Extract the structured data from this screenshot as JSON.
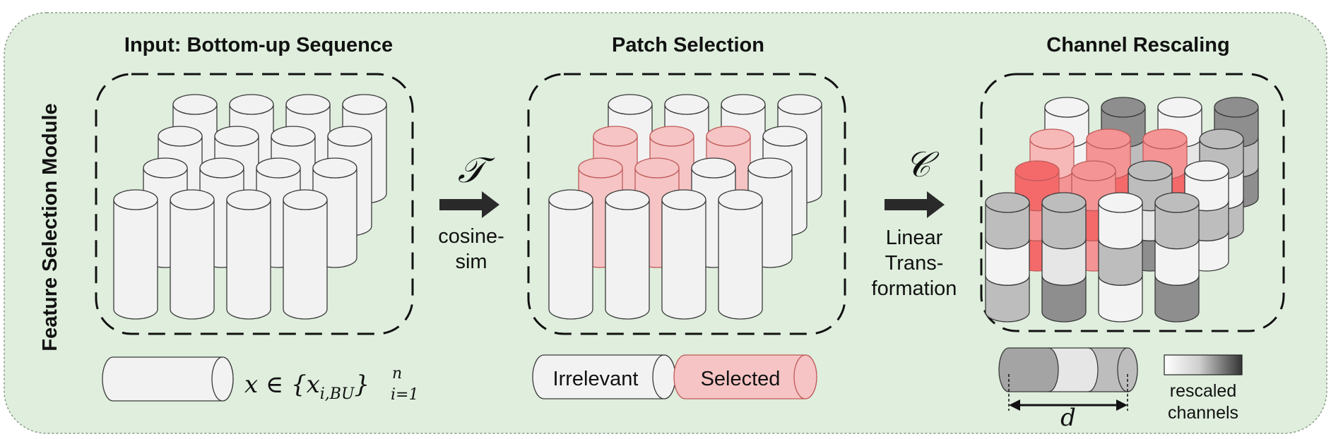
{
  "module": {
    "side_title": "Feature Selection Module",
    "background": "#dfeedd",
    "border": "#8a9a88"
  },
  "panels": [
    {
      "title": "Input: Bottom-up Sequence"
    },
    {
      "title": "Patch Selection"
    },
    {
      "title": "Channel Rescaling"
    }
  ],
  "arrows": [
    {
      "symbol": "𝒯",
      "label_lines": [
        "cosine-",
        "sim"
      ]
    },
    {
      "symbol": "𝒞",
      "label_lines": [
        "Linear",
        "Trans-",
        "formation"
      ]
    }
  ],
  "legend": {
    "input_math": "x ∈ {x",
    "input_sub": "i,BU",
    "input_sup": "n",
    "input_lower": "i=1",
    "input_close": "}",
    "irrelevant": "Irrelevant",
    "selected": "Selected",
    "dimension": "d",
    "rescaled_lines": [
      "rescaled",
      "channels"
    ]
  },
  "colors": {
    "irrelevant": "#f2f2f2",
    "selected": "#f6c4c4",
    "selected_stroke": "#c05a5a",
    "gradient_light": "#ffffff",
    "gradient_dark": "#333333"
  }
}
